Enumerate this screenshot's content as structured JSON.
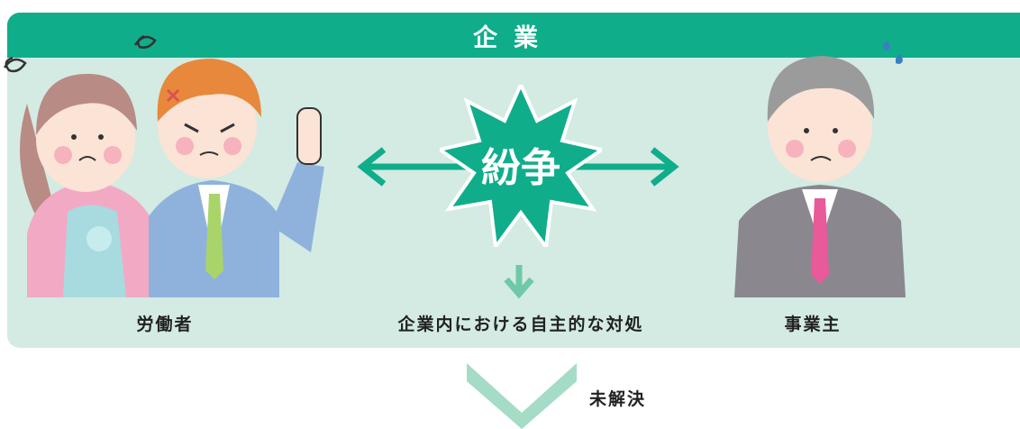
{
  "header": {
    "title": "企業"
  },
  "left_party": {
    "label": "労働者"
  },
  "right_party": {
    "label": "事業主"
  },
  "center": {
    "burst_text": "紛争",
    "resolution_label": "企業内における自主的な対処"
  },
  "bottom": {
    "label": "未解決"
  },
  "colors": {
    "accent": "#10ad8b",
    "panel_bg": "#d3ebe3",
    "arrow_light": "#a4dcc6",
    "white": "#ffffff"
  },
  "icons": [
    "anger-icon",
    "frustration-scribble-icon",
    "sweat-drops-icon",
    "double-arrow-icon",
    "burst-icon",
    "down-arrow-icon"
  ]
}
